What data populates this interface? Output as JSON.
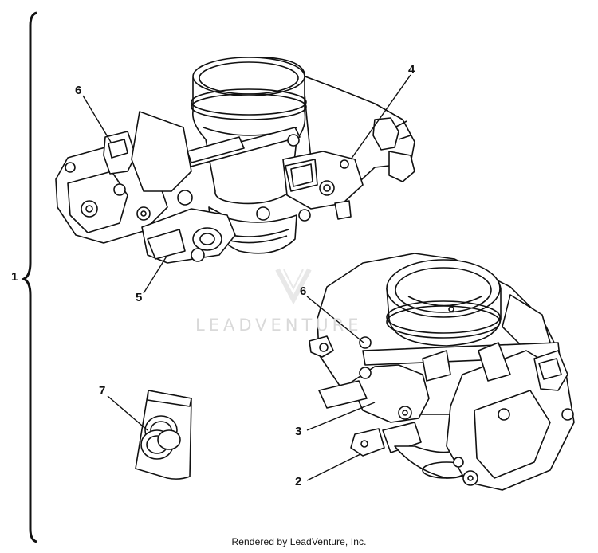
{
  "diagram": {
    "callouts": {
      "assembly": "1",
      "part2": "2",
      "part3": "3",
      "part4": "4",
      "part5": "5",
      "part6_top": "6",
      "part6_bottom": "6",
      "part7": "7"
    },
    "watermark": "LEADVENTURE",
    "footer": "Rendered by LeadVenture, Inc."
  },
  "colors": {
    "line": "#111111",
    "watermark": "#d9d9d9",
    "background": "#ffffff"
  }
}
